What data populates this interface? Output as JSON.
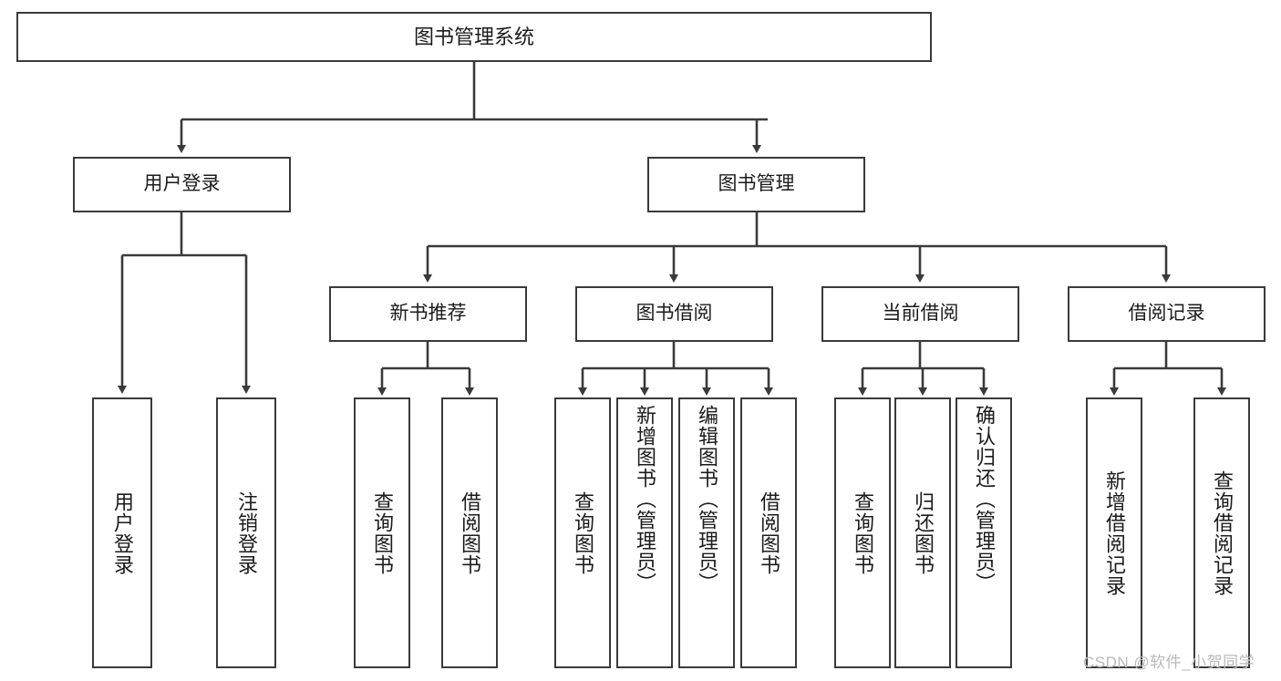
{
  "diagram": {
    "title": "图书管理系统",
    "type": "hierarchy-tree",
    "stroke_color": "#3a3a3a",
    "text_color": "#1b1b1b",
    "background_color": "#ffffff",
    "nodes": {
      "root": {
        "label": "图书管理系统"
      },
      "level2": [
        {
          "id": "user-login",
          "label": "用户登录"
        },
        {
          "id": "book-management",
          "label": "图书管理"
        }
      ],
      "level3": [
        {
          "id": "new-book-recommend",
          "label": "新书推荐"
        },
        {
          "id": "book-borrow",
          "label": "图书借阅"
        },
        {
          "id": "current-borrow",
          "label": "当前借阅"
        },
        {
          "id": "borrow-record",
          "label": "借阅记录"
        }
      ],
      "leaves": {
        "user_login": [
          {
            "id": "leaf-user-login",
            "label": "用户登录"
          },
          {
            "id": "leaf-user-logout",
            "label": "注销登录"
          }
        ],
        "new_book_recommend": [
          {
            "id": "leaf-query-book-1",
            "label": "查询图书"
          },
          {
            "id": "leaf-borrow-book-1",
            "label": "借阅图书"
          }
        ],
        "book_borrow": [
          {
            "id": "leaf-query-book-2",
            "label": "查询图书"
          },
          {
            "id": "leaf-add-book",
            "label": "新增图书（管理员）"
          },
          {
            "id": "leaf-edit-book",
            "label": "编辑图书（管理员）"
          },
          {
            "id": "leaf-borrow-book-2",
            "label": "借阅图书"
          }
        ],
        "current_borrow": [
          {
            "id": "leaf-query-book-3",
            "label": "查询图书"
          },
          {
            "id": "leaf-return-book",
            "label": "归还图书"
          },
          {
            "id": "leaf-confirm-return",
            "label": "确认归还（管理员）"
          }
        ],
        "borrow_record": [
          {
            "id": "leaf-add-record",
            "label": "新增借阅记录"
          },
          {
            "id": "leaf-query-record",
            "label": "查询借阅记录"
          }
        ]
      }
    },
    "watermark": "CSDN @软件_小贺同学"
  }
}
